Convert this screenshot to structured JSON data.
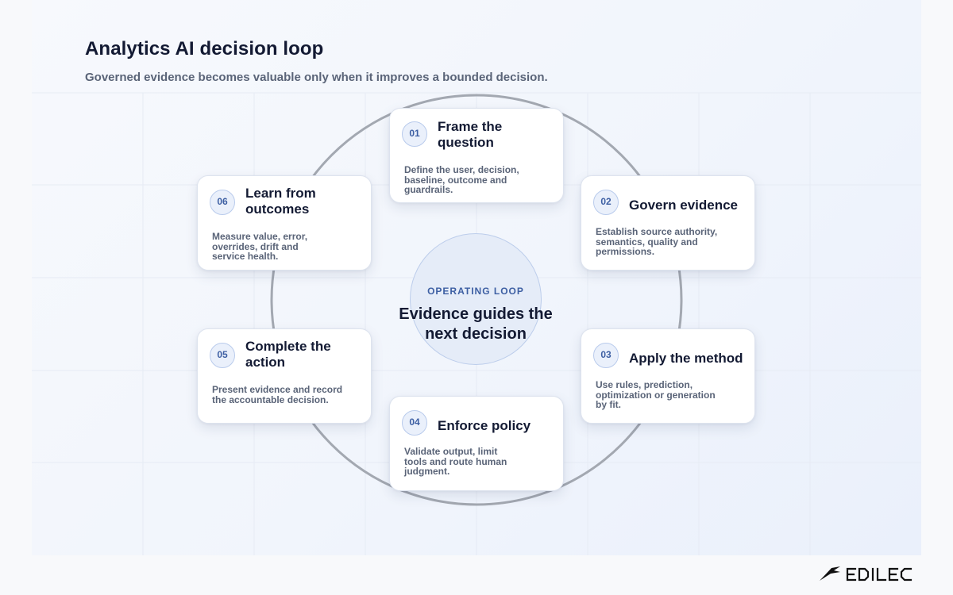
{
  "title": "Analytics AI decision loop",
  "subtitle": "Governed evidence becomes valuable only when it improves a bounded decision.",
  "center": {
    "label": "OPERATING LOOP",
    "text": "Evidence guides the next decision"
  },
  "steps": [
    {
      "number": "01",
      "title": "Frame the question",
      "description": "Define the user, decision, baseline, outcome and guardrails."
    },
    {
      "number": "02",
      "title": "Govern evidence",
      "description": "Establish source authority, semantics, quality and permissions."
    },
    {
      "number": "03",
      "title": "Apply the method",
      "description": "Use rules, prediction, optimization or generation by fit."
    },
    {
      "number": "04",
      "title": "Enforce policy",
      "description": "Validate output, limit tools and route human judgment."
    },
    {
      "number": "05",
      "title": "Complete the action",
      "description": "Present evidence and record the accountable decision."
    },
    {
      "number": "06",
      "title": "Learn from outcomes",
      "description": "Measure value, error, overrides, drift and service health."
    }
  ],
  "brand": {
    "name": "EDILEC"
  },
  "colors": {
    "accent": "#3d5fa3",
    "ring": "#a3a8b1",
    "text_dark": "#131a33",
    "text_muted": "#5a6478"
  }
}
